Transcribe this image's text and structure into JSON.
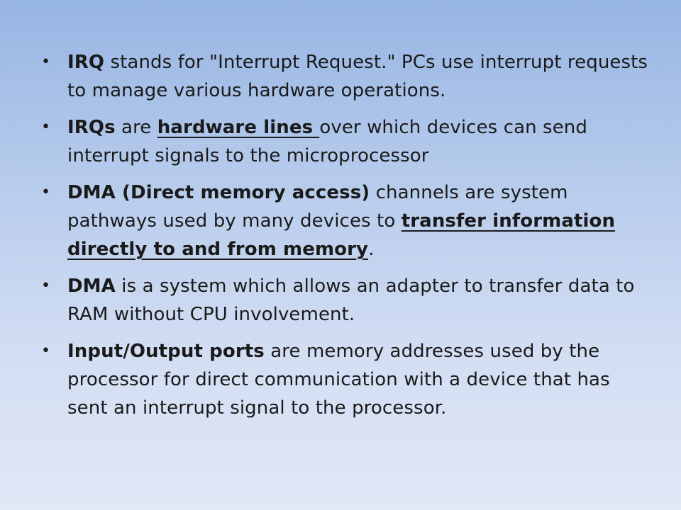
{
  "bullets": [
    {
      "strong": "IRQ",
      "text": " stands for \"Interrupt Request.\" PCs use interrupt requests to manage various hardware operations."
    },
    {
      "strong": "IRQs",
      "text_a": " are ",
      "underline": "hardware lines ",
      "text_b": "over which devices can send interrupt signals to the microprocessor"
    },
    {
      "strong": "DMA (Direct memory access)",
      "text_a": " channels are system pathways used by many devices to ",
      "underline": "transfer information directly to and from memory",
      "text_b": "."
    },
    {
      "strong": "DMA",
      "text": " is a system which allows an adapter to transfer data to RAM without CPU involvement."
    },
    {
      "strong": "Input/Output ports",
      "text": " are memory addresses used by the processor for direct communication with a device that has sent an interrupt signal to the processor."
    }
  ],
  "colors": {
    "bg_top": "#97b5e3",
    "bg_bottom": "#e1e8f6",
    "text": "#1a1a1a"
  },
  "icons": {
    "bullet": "bullet-dot-icon"
  }
}
